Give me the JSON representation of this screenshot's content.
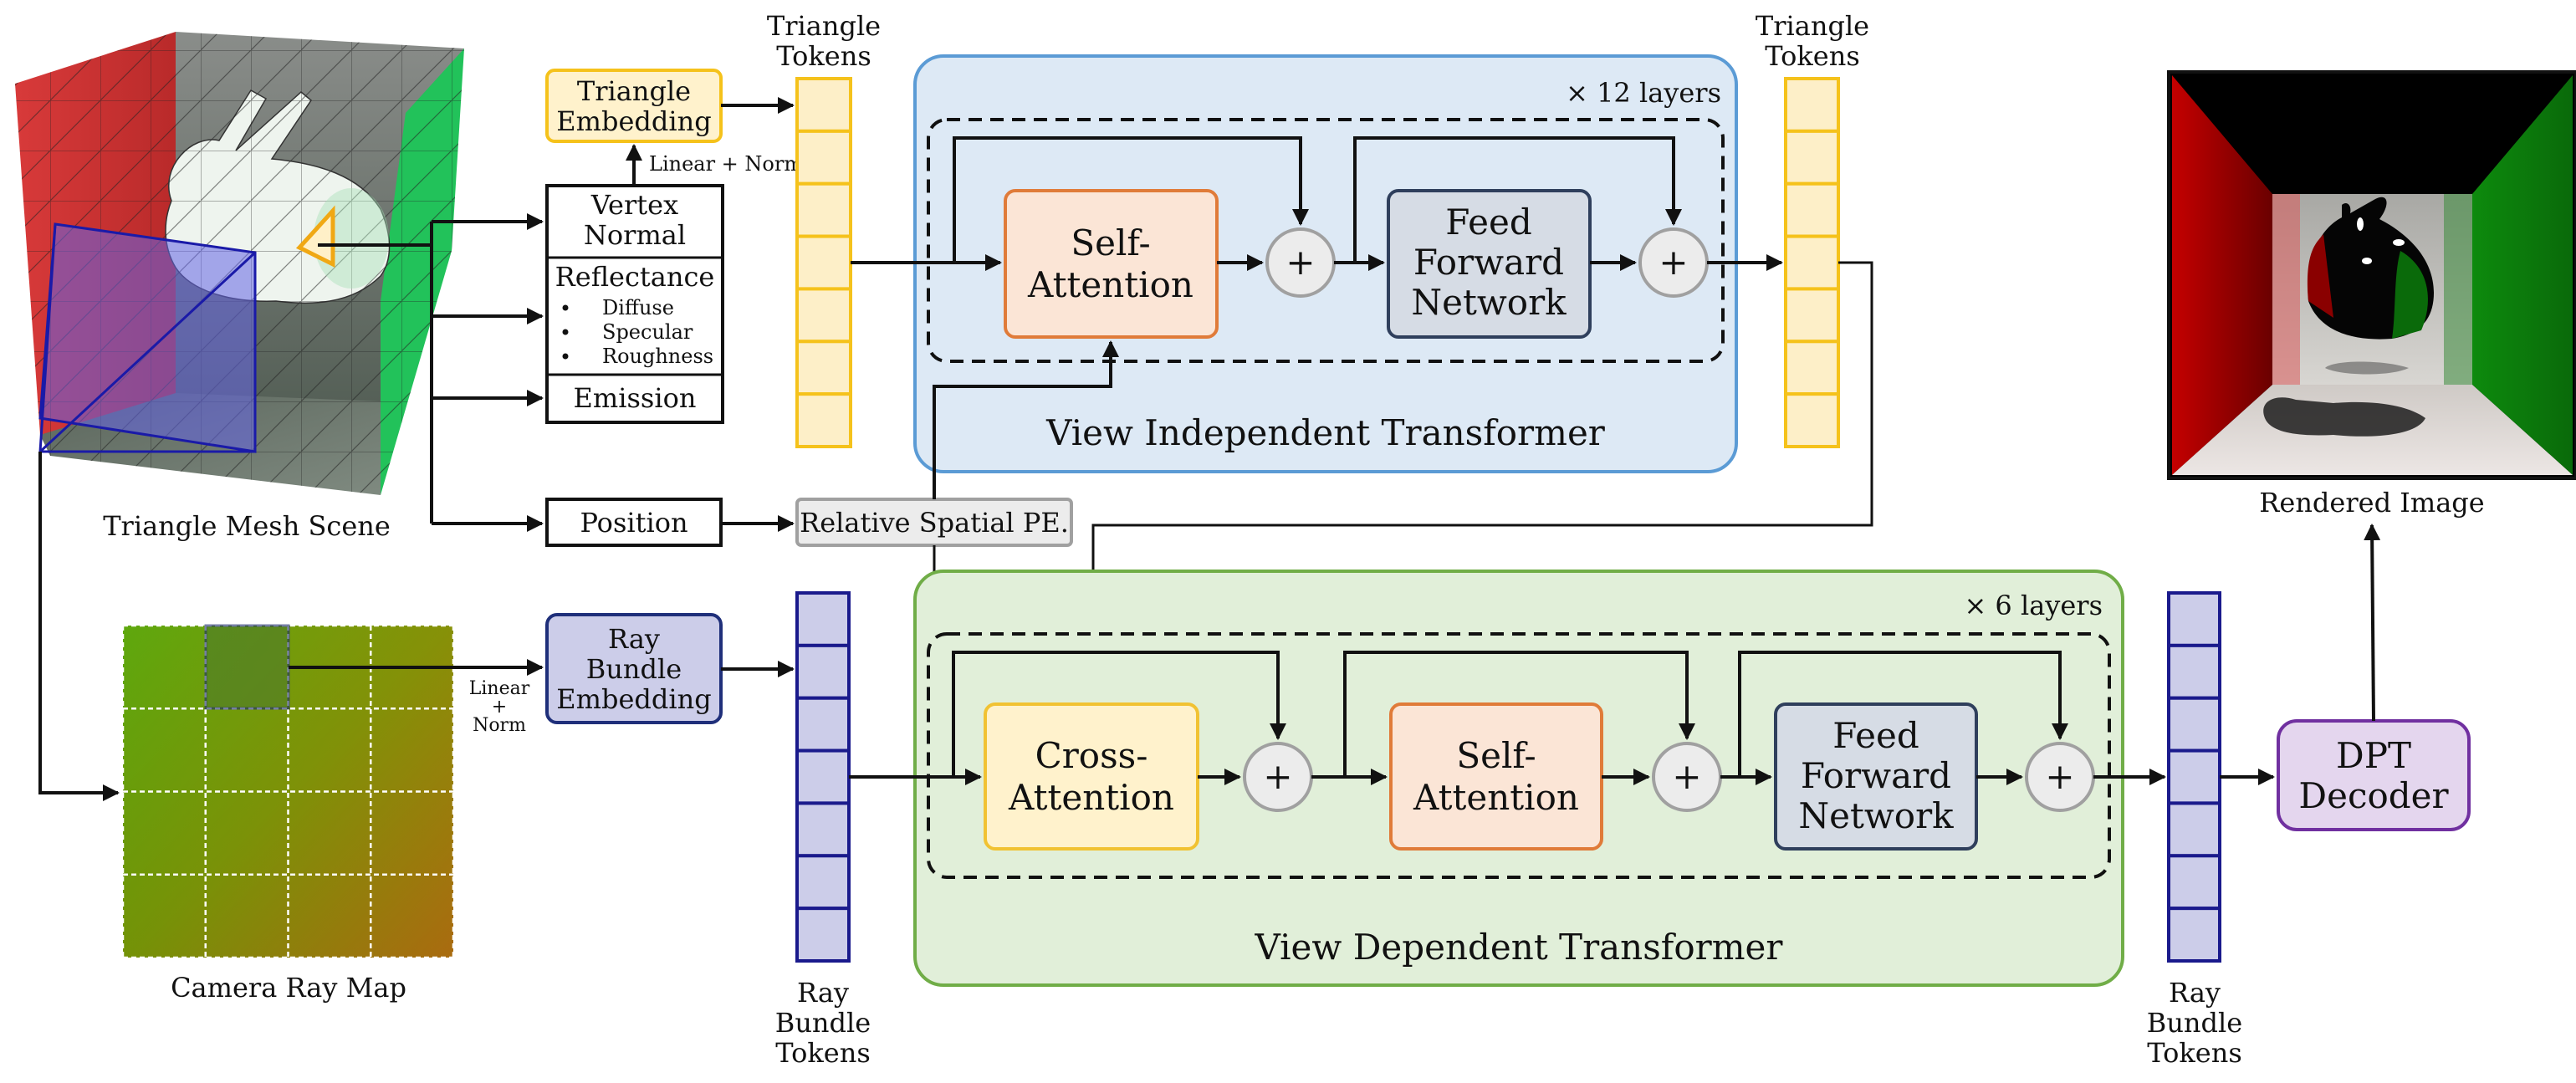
{
  "colors": {
    "triangle_token_fill": "#fdefc8",
    "triangle_token_stroke": "#f5c21b",
    "ray_token_fill": "#cccde9",
    "ray_token_stroke": "#1a1a8c",
    "vit_fill": "#dde9f5",
    "vit_stroke": "#5b9bd5",
    "vdt_fill": "#e1efd9",
    "vdt_stroke": "#70ad47",
    "self_attention_fill": "#fbe5d6",
    "self_attention_stroke": "#e07b39",
    "cross_attention_fill": "#fff2cc",
    "cross_attention_stroke": "#f1c232",
    "ffn_fill": "#d6dce5",
    "ffn_stroke": "#2f3f5c",
    "plus_fill": "#ececec",
    "plus_stroke": "#a0a0a0",
    "pe_fill": "#ececec",
    "pe_stroke": "#a0a0a0",
    "dpt_fill": "#e4d6ee",
    "dpt_stroke": "#7030a0",
    "ray_embed_fill": "#cccde9",
    "ray_embed_stroke": "#1f2f7a"
  },
  "scene": {
    "caption": "Triangle Mesh Scene",
    "icons": [
      "triangle-mesh-scene-icon",
      "bunny-icon",
      "camera-frustum-icon",
      "highlighted-triangle-icon"
    ]
  },
  "attributes": {
    "embedding_label_line1": "Triangle",
    "embedding_label_line2": "Embedding",
    "linear_norm_label": "Linear + Norm",
    "vertex_normal_line1": "Vertex",
    "vertex_normal_line2": "Normal",
    "reflectance_title": "Reflectance",
    "reflectance_items": [
      "Diffuse",
      "Specular",
      "Roughness"
    ],
    "emission": "Emission",
    "position": "Position"
  },
  "triangle_tokens": {
    "label_line1": "Triangle",
    "label_line2": "Tokens",
    "count": 7
  },
  "relative_pe": {
    "label": "Relative Spatial PE."
  },
  "view_independent": {
    "title": "View Independent Transformer",
    "layers_label": "× 12 layers",
    "self_attention_line1": "Self-",
    "self_attention_line2": "Attention",
    "ffn_line1": "Feed",
    "ffn_line2": "Forward",
    "ffn_line3": "Network",
    "plus_symbol": "+"
  },
  "camera": {
    "caption": "Camera Ray Map",
    "grid_rows": 4,
    "grid_cols": 4,
    "linear_label_line1": "Linear",
    "linear_label_line2": "+",
    "linear_label_line3": "Norm",
    "ray_embed_line1": "Ray",
    "ray_embed_line2": "Bundle",
    "ray_embed_line3": "Embedding"
  },
  "ray_tokens": {
    "label_line1": "Ray",
    "label_line2": "Bundle",
    "label_line3": "Tokens",
    "count": 7
  },
  "view_dependent": {
    "title": "View Dependent Transformer",
    "layers_label": "× 6 layers",
    "cross_attention_line1": "Cross-",
    "cross_attention_line2": "Attention",
    "self_attention_line1": "Self-",
    "self_attention_line2": "Attention",
    "ffn_line1": "Feed",
    "ffn_line2": "Forward",
    "ffn_line3": "Network",
    "plus_symbol": "+"
  },
  "decoder": {
    "line1": "DPT",
    "line2": "Decoder"
  },
  "output": {
    "caption": "Rendered Image"
  }
}
